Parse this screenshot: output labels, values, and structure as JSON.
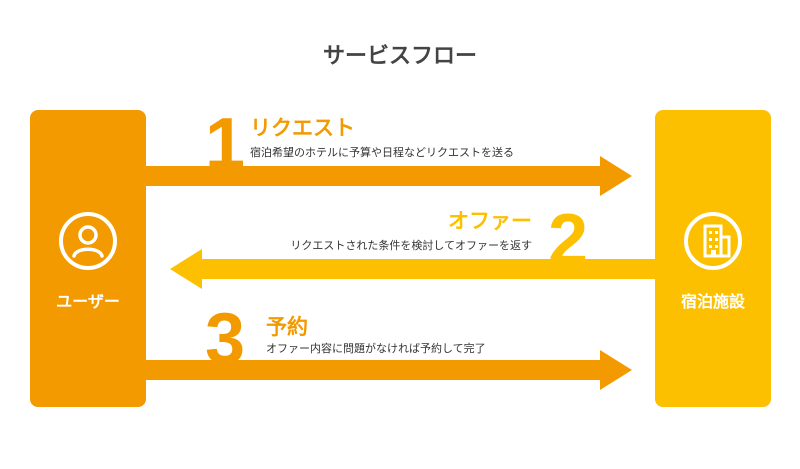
{
  "title": "サービスフロー",
  "actors": {
    "user": {
      "label": "ユーザー",
      "icon": "person-icon",
      "color": "#F29A00"
    },
    "facility": {
      "label": "宿泊施設",
      "icon": "building-icon",
      "color": "#FCC000"
    }
  },
  "steps": [
    {
      "number": "1",
      "title": "リクエスト",
      "description": "宿泊希望のホテルに予算や日程などリクエストを送る",
      "direction": "user-to-facility",
      "color": "#F29A00"
    },
    {
      "number": "2",
      "title": "オファー",
      "description": "リクエストされた条件を検討してオファーを返す",
      "direction": "facility-to-user",
      "color": "#FCC000"
    },
    {
      "number": "3",
      "title": "予約",
      "description": "オファー内容に問題がなければ予約して完了",
      "direction": "user-to-facility",
      "color": "#F29A00"
    }
  ]
}
